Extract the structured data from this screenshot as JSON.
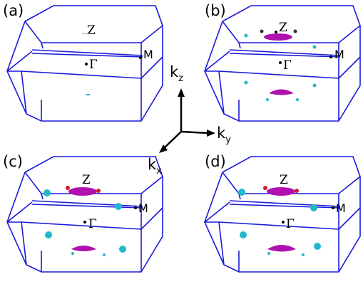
{
  "panels": [
    {
      "label": "(a)",
      "points": {
        "z": "Z",
        "gamma": "Γ",
        "m": "M"
      },
      "pockets": "none"
    },
    {
      "label": "(b)",
      "points": {
        "z": "Z",
        "gamma": "Γ",
        "m": "M"
      },
      "pockets": "small"
    },
    {
      "label": "(c)",
      "points": {
        "z": "Z",
        "gamma": "Γ",
        "m": "M"
      },
      "pockets": "large"
    },
    {
      "label": "(d)",
      "points": {
        "z": "Z",
        "gamma": "Γ",
        "m": "M"
      },
      "pockets": "large"
    }
  ],
  "axes": {
    "kz": {
      "main": "k",
      "sub": "z"
    },
    "ky": {
      "main": "k",
      "sub": "y"
    },
    "kx": {
      "main": "k",
      "sub": "x"
    }
  },
  "colors": {
    "zone_edge": "#1a1adb",
    "electron_pocket": "#b010b0",
    "hole_pocket": "#20b8c8",
    "accent_red": "#d02020"
  }
}
